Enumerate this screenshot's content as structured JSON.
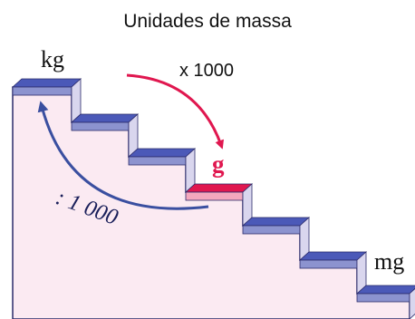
{
  "title": "Unidades de massa",
  "labels": {
    "top_unit": "kg",
    "middle_unit": "g",
    "bottom_unit": "mg",
    "multiply": "x 1000",
    "divide": ": 1 000"
  },
  "colors": {
    "stair_fill": "#fbeaf2",
    "stair_top": "#4b59b8",
    "stair_riser": "#8c93cf",
    "highlight": "#e0174f",
    "arrow_down": "#e0174f",
    "arrow_up": "#3a4fa0",
    "text": "#111111"
  }
}
